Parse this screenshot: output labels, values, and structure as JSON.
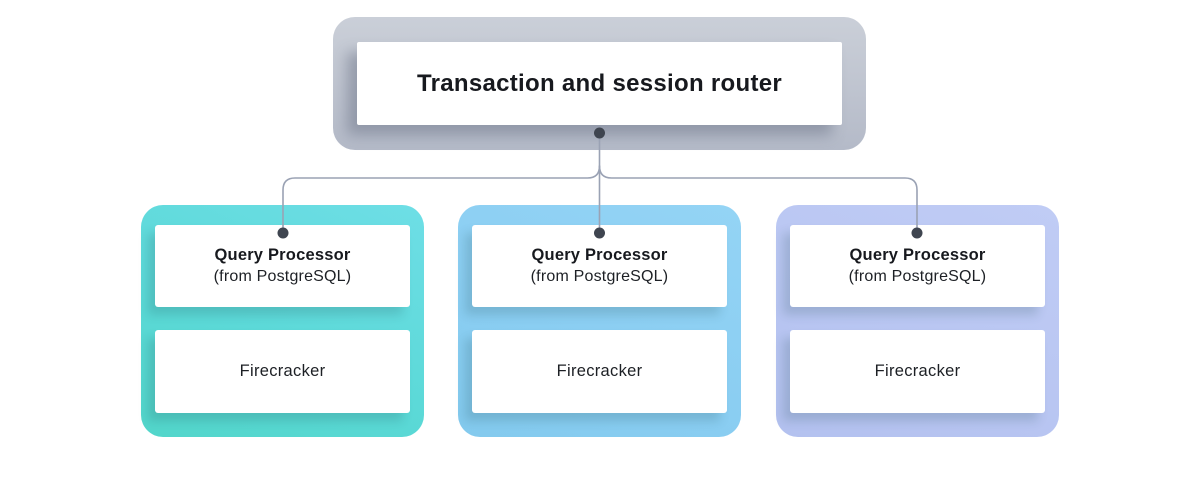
{
  "diagram": {
    "root": {
      "label": "Transaction and session router",
      "bg_top": "#cacfd8",
      "bg_bottom": "#b4bac8"
    },
    "cards": [
      {
        "accent_top": "#6edee6",
        "accent_bottom": "#52d6ca",
        "processor": {
          "title": "Query Processor",
          "subtitle": "(from PostgreSQL)"
        },
        "vm": {
          "label": "Firecracker"
        }
      },
      {
        "accent_top": "#94d4f5",
        "accent_bottom": "#83caee",
        "processor": {
          "title": "Query Processor",
          "subtitle": "(from PostgreSQL)"
        },
        "vm": {
          "label": "Firecracker"
        }
      },
      {
        "accent_top": "#c0ccf5",
        "accent_bottom": "#b3c1ef",
        "processor": {
          "title": "Query Processor",
          "subtitle": "(from PostgreSQL)"
        },
        "vm": {
          "label": "Firecracker"
        }
      }
    ],
    "connector": {
      "line_color": "#9aa2b4",
      "dot_color": "#3f4550"
    }
  }
}
